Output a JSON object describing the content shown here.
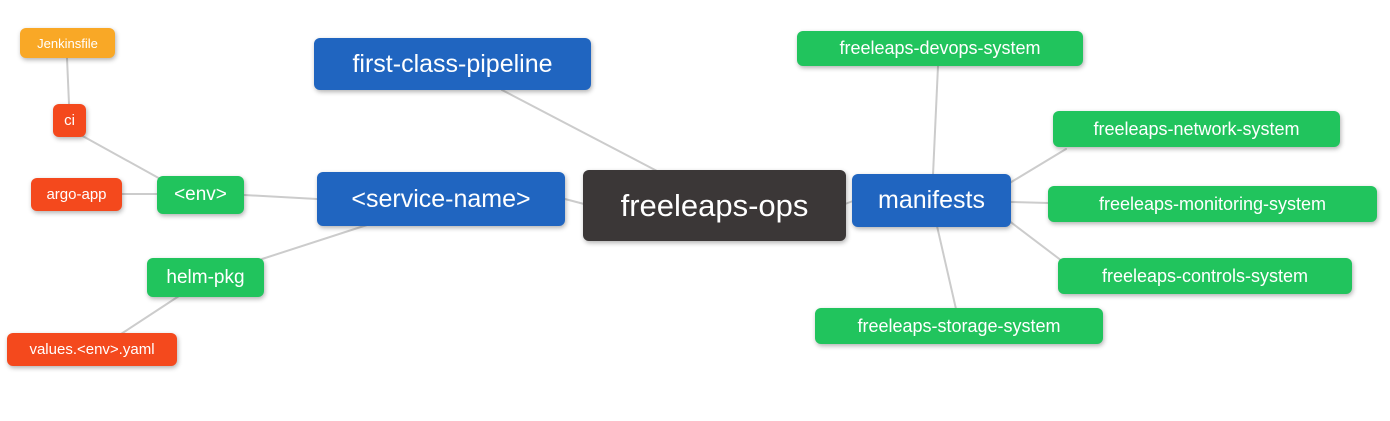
{
  "palette": {
    "blue": "#2065C0",
    "green": "#21C45D",
    "orange": "#F9A826",
    "red": "#F4491D",
    "dark": "#3B3737",
    "edge": "#CCCCCC",
    "text": "#FFFFFF",
    "background": "#FFFFFF"
  },
  "nodes": {
    "root": {
      "label": "freeleaps-ops",
      "color": "#3B3737"
    },
    "first_class_pipeline": {
      "label": "first-class-pipeline",
      "color": "#2065C0"
    },
    "service_name": {
      "label": "<service-name>",
      "color": "#2065C0"
    },
    "manifests": {
      "label": "manifests",
      "color": "#2065C0"
    },
    "env": {
      "label": "<env>",
      "color": "#21C45D"
    },
    "helm_pkg": {
      "label": "helm-pkg",
      "color": "#21C45D"
    },
    "jenkinsfile": {
      "label": "Jenkinsfile",
      "color": "#F9A826"
    },
    "ci": {
      "label": "ci",
      "color": "#F4491D"
    },
    "argo_app": {
      "label": "argo-app",
      "color": "#F4491D"
    },
    "values_env_yaml": {
      "label": "values.<env>.yaml",
      "color": "#F4491D"
    },
    "devops_system": {
      "label": "freeleaps-devops-system",
      "color": "#21C45D"
    },
    "network_system": {
      "label": "freeleaps-network-system",
      "color": "#21C45D"
    },
    "monitoring_system": {
      "label": "freeleaps-monitoring-system",
      "color": "#21C45D"
    },
    "controls_system": {
      "label": "freeleaps-controls-system",
      "color": "#21C45D"
    },
    "storage_system": {
      "label": "freeleaps-storage-system",
      "color": "#21C45D"
    }
  },
  "edges": [
    {
      "from": "jenkinsfile",
      "to": "ci"
    },
    {
      "from": "ci",
      "to": "env"
    },
    {
      "from": "argo_app",
      "to": "env"
    },
    {
      "from": "env",
      "to": "service_name"
    },
    {
      "from": "helm_pkg",
      "to": "service_name"
    },
    {
      "from": "values_env_yaml",
      "to": "helm_pkg"
    },
    {
      "from": "first_class_pipeline",
      "to": "root"
    },
    {
      "from": "service_name",
      "to": "root"
    },
    {
      "from": "root",
      "to": "manifests"
    },
    {
      "from": "manifests",
      "to": "devops_system"
    },
    {
      "from": "manifests",
      "to": "network_system"
    },
    {
      "from": "manifests",
      "to": "monitoring_system"
    },
    {
      "from": "manifests",
      "to": "controls_system"
    },
    {
      "from": "manifests",
      "to": "storage_system"
    }
  ]
}
